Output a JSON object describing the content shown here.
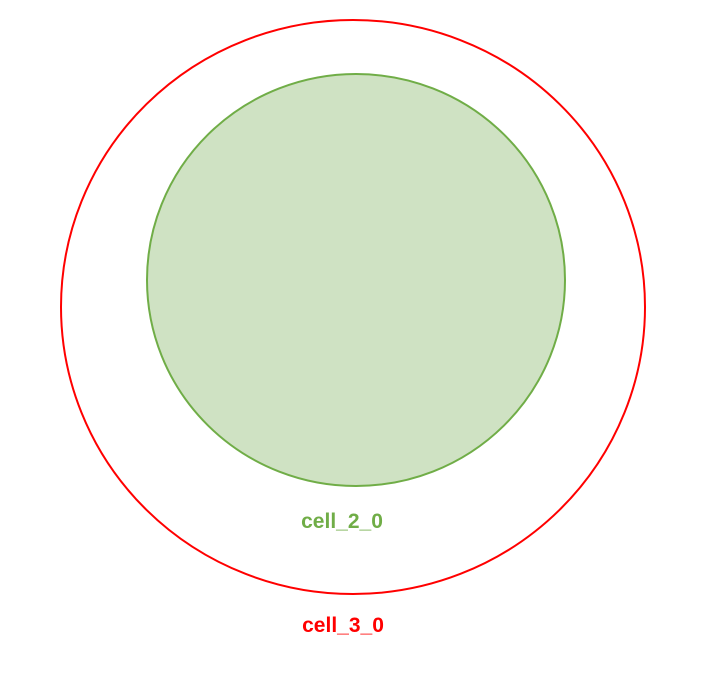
{
  "diagram": {
    "outer": {
      "label": "cell_3_0",
      "stroke_color": "#ff0000",
      "fill_color": "none"
    },
    "inner": {
      "label": "cell_2_0",
      "stroke_color": "#70ad47",
      "fill_color": "#cfe2c3"
    }
  }
}
